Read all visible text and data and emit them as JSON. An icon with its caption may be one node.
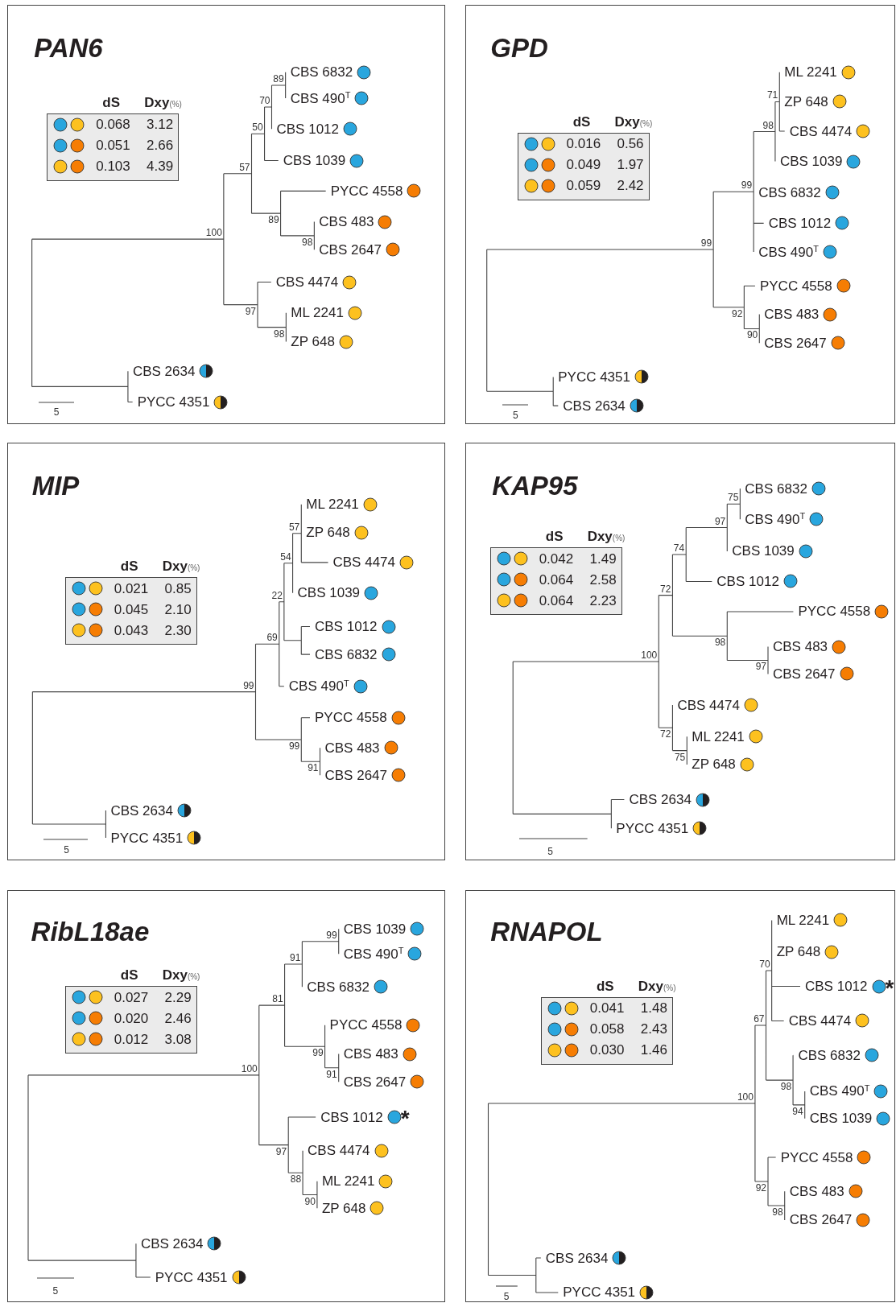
{
  "diagram": {
    "nodes": [
      {
        "text": [
          "PAN6"
        ]
      },
      {
        "text": [
          "dS",
          "Dxy$_{(%)}$",
          "0.068",
          "3.12",
          "0.051",
          "2.66",
          "0.103",
          "4.39"
        ],
        "in": 0
      },
      {
        "text": [
          "GPD"
        ]
      },
      {
        "text": [
          "dS",
          "Dxy$_{(%)}$",
          "0.016",
          "0.56",
          "0.049",
          "1.97",
          "0.059",
          "2.42"
        ],
        "in": 2
      },
      {
        "text": [
          "MIP"
        ]
      },
      {
        "text": [
          "dS",
          "Dxy$_{(%)}$",
          "0.021",
          "0.85",
          "0.045",
          "2.10",
          "0.043",
          "2.30"
        ],
        "in": 4
      },
      {
        "text": [
          "KAP95"
        ]
      },
      {
        "text": [
          "dS",
          "Dxy$_{(%)}$",
          "0.042",
          "1.49",
          "0.064",
          "2.58",
          "0.064",
          "2.23"
        ],
        "in": 6
      },
      {
        "text": [
          "RibL18ae"
        ]
      },
      {
        "text": [
          "dS",
          "Dxy$_{(%)}$",
          "0.027",
          "2.29",
          "0.020",
          "2.46",
          "0.012",
          "3.08"
        ],
        "in": 8
      },
      {
        "text": [
          "RNAPOL"
        ]
      },
      {
        "text": [
          "dS",
          "Dxy$_{(%)}$",
          "0.041",
          "1.48",
          "0.058",
          "2.43",
          "0.030",
          "1.46"
        ],
        "in": 10
      }
    ],
    "labels": [
      "CBS 6832",
      "CBS 490$^{T}$",
      "CBS 1012",
      "CBS 1039",
      "PYCC 4558",
      "CBS 483",
      "CBS 2647",
      "CBS 4474",
      "ML 2241",
      "ZP 648",
      "CBS 2634",
      "PYCC 4351",
      "89",
      "70",
      "50",
      "57",
      "89",
      "100",
      "98",
      "97",
      "98",
      "5",
      "ML 2241",
      "ZP 648",
      "CBS 4474",
      "CBS 1039",
      "CBS 6832",
      "CBS 1012",
      "CBS 490$^{T}$",
      "PYCC 4558",
      "CBS 483",
      "CBS 2647",
      "PYCC 4351",
      "CBS 2634",
      "71",
      "98",
      "99",
      "99",
      "92",
      "90",
      "5",
      "ML 2241",
      "ZP 648",
      "CBS 4474",
      "CBS 1039",
      "CBS 1012",
      "CBS 6832",
      "CBS 490$^{T}$",
      "PYCC 4558",
      "CBS 483",
      "CBS 2647",
      "CBS 2634",
      "PYCC 4351",
      "57",
      "54",
      "22",
      "69",
      "99",
      "99",
      "91",
      "5",
      "CBS 6832",
      "CBS 490$^{T}$",
      "CBS 1039",
      "CBS 1012",
      "PYCC 4558",
      "CBS 483",
      "CBS 2647",
      "CBS 4474",
      "ML 2241",
      "ZP 648",
      "CBS 2634",
      "PYCC 4351",
      "75",
      "97",
      "74",
      "72",
      "98",
      "100",
      "97",
      "72",
      "75",
      "5",
      "CBS 1039",
      "CBS 490$^{T}$",
      "CBS 6832",
      "PYCC 4558",
      "CBS 483",
      "CBS 2647",
      "CBS 1012",
      "*",
      "CBS 4474",
      "ML 2241",
      "ZP 648",
      "CBS 2634",
      "PYCC 4351",
      "99",
      "91",
      "81",
      "99",
      "100",
      "91",
      "97",
      "88",
      "90",
      "5",
      "ML 2241",
      "ZP 648",
      "CBS 1012",
      "*",
      "CBS 4474",
      "CBS 6832",
      "CBS 490$^{T}$",
      "CBS 1039",
      "PYCC 4558",
      "CBS 483",
      "CBS 2647",
      "CBS 2634",
      "PYCC 4351",
      "70",
      "67",
      "98",
      "100",
      "94",
      "92",
      "98",
      "5"
    ]
  }
}
